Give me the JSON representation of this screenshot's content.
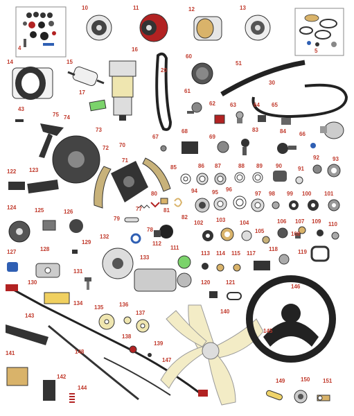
{
  "diagram": {
    "labels": [
      "4",
      "5",
      "10",
      "11",
      "12",
      "13",
      "14",
      "15",
      "16",
      "17",
      "20",
      "30",
      "43",
      "51",
      "60",
      "61",
      "62",
      "63",
      "64",
      "65",
      "66",
      "67",
      "68",
      "69",
      "70",
      "71",
      "72",
      "73",
      "74",
      "75",
      "77",
      "78",
      "79",
      "80",
      "81",
      "82",
      "83",
      "84",
      "85",
      "86",
      "87",
      "88",
      "89",
      "90",
      "91",
      "92",
      "93",
      "94",
      "95",
      "96",
      "97",
      "98",
      "99",
      "100",
      "101",
      "102",
      "103",
      "104",
      "105",
      "106",
      "107",
      "108",
      "109",
      "110",
      "111",
      "112",
      "113",
      "114",
      "115",
      "117",
      "118",
      "119",
      "120",
      "121",
      "122",
      "123",
      "124",
      "125",
      "126",
      "127",
      "128",
      "129",
      "130",
      "131",
      "132",
      "133",
      "134",
      "135",
      "136",
      "137",
      "138",
      "139",
      "140",
      "141",
      "142",
      "143",
      "144",
      "145",
      "146",
      "147",
      "148",
      "149",
      "150",
      "151"
    ],
    "colors": {
      "label": "#c0392b",
      "outline": "#333333",
      "dark": "#2b2b2b",
      "red": "#b22222",
      "tan": "#d9b36a",
      "cream": "#efe6b0",
      "green": "#7bd36b",
      "blue": "#2f5fb3",
      "gray": "#bdbdbd"
    }
  }
}
